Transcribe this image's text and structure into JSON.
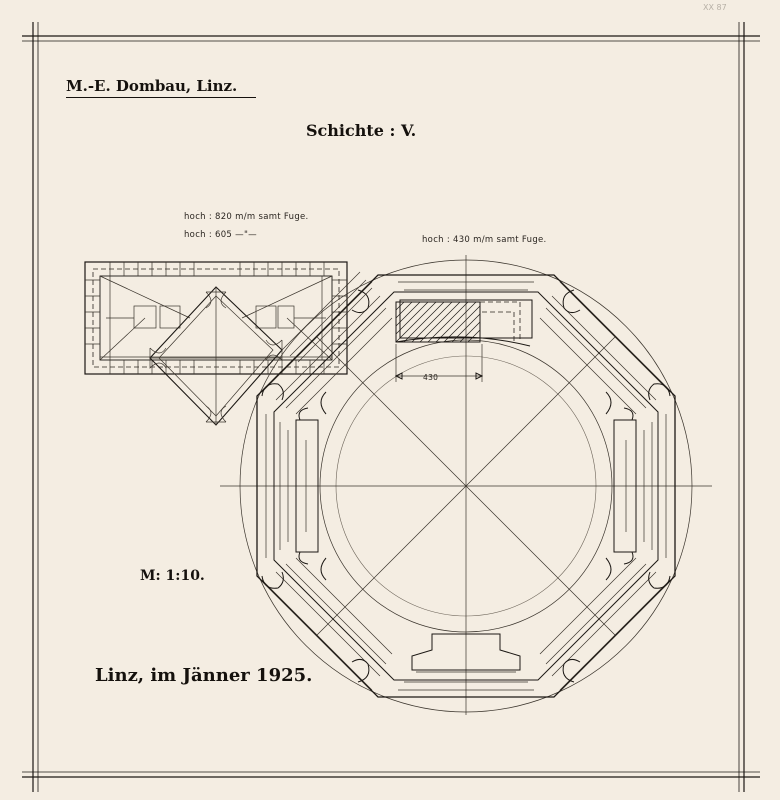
{
  "sheet": {
    "title": "M.-E. Dombau, Linz.",
    "layer": "Schichte : V.",
    "scale": "M: 1:10.",
    "place_date": "Linz, im Jänner 1925.",
    "archive_mark": "XX 87"
  },
  "annotations": {
    "height_with_joint_small": "hoch : 820 m/m samt Fuge.",
    "height_small": "hoch : 605   —\"—",
    "height_with_joint_ring": "hoch : 430 m/m samt Fuge.",
    "dimension": "430"
  },
  "colors": {
    "paper": "#f4ede2",
    "ink": "#1c1814"
  }
}
